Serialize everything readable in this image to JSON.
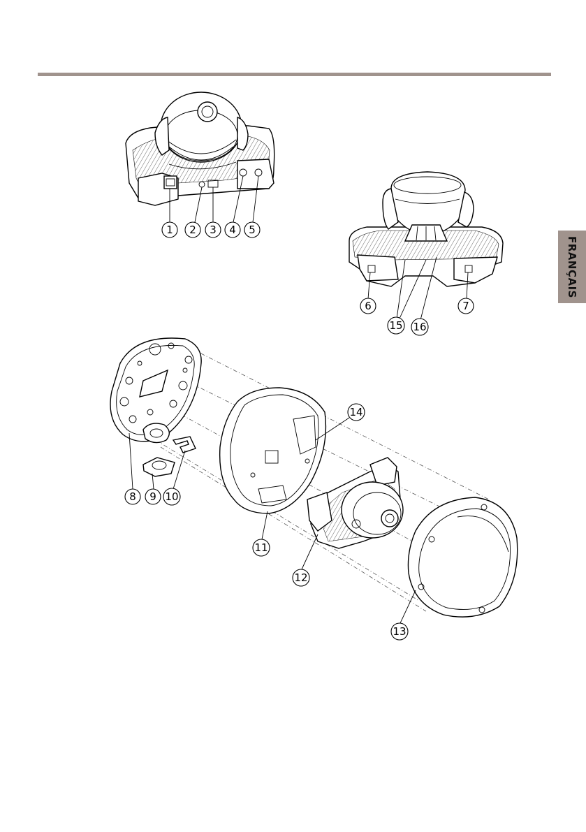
{
  "side_tab": {
    "label": "FRANÇAIS"
  },
  "callouts": [
    {
      "id": "1",
      "label": "1"
    },
    {
      "id": "2",
      "label": "2"
    },
    {
      "id": "3",
      "label": "3"
    },
    {
      "id": "4",
      "label": "4"
    },
    {
      "id": "5",
      "label": "5"
    },
    {
      "id": "6",
      "label": "6"
    },
    {
      "id": "7",
      "label": "7"
    },
    {
      "id": "8",
      "label": "8"
    },
    {
      "id": "9",
      "label": "9"
    },
    {
      "id": "10",
      "label": "10"
    },
    {
      "id": "11",
      "label": "11"
    },
    {
      "id": "12",
      "label": "12"
    },
    {
      "id": "13",
      "label": "13"
    },
    {
      "id": "14",
      "label": "14"
    },
    {
      "id": "15",
      "label": "15"
    },
    {
      "id": "16",
      "label": "16"
    }
  ],
  "colors": {
    "accent": "#a0938d"
  }
}
